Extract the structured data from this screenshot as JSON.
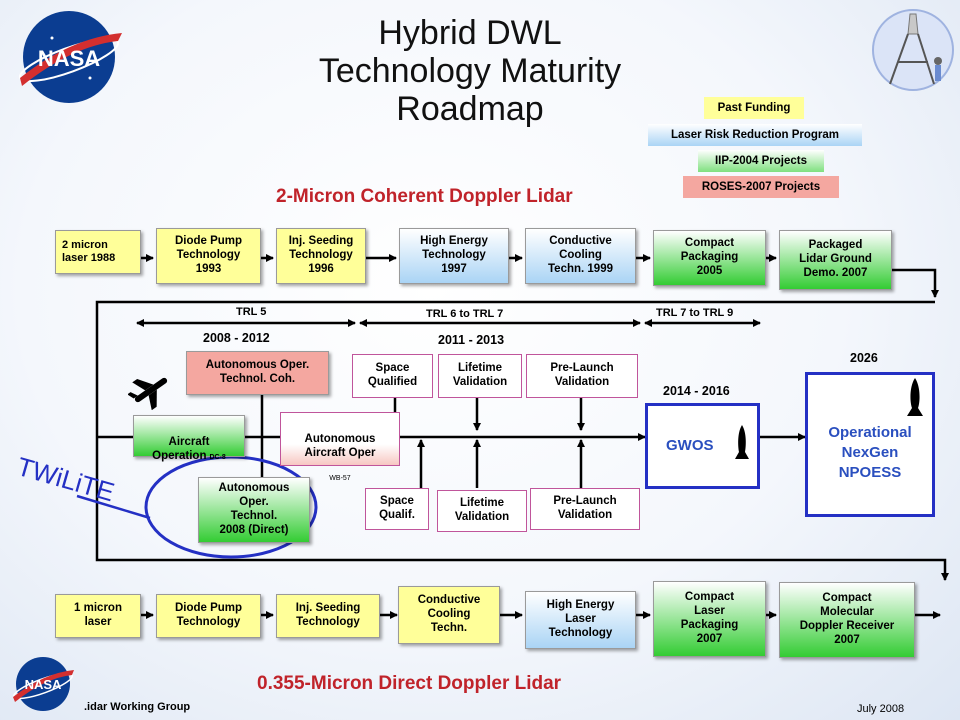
{
  "title": "Hybrid DWL\nTechnology Maturity\nRoadmap",
  "legend": {
    "past_funding": "Past Funding",
    "lrrp": "Laser Risk Reduction Program",
    "iip": "IIP-2004 Projects",
    "roses": "ROSES-2007 Projects"
  },
  "coherent": {
    "title": "2-Micron Coherent Doppler Lidar",
    "steps": [
      "2 micron\nlaser 1988",
      "Diode Pump\nTechnology\n1993",
      "Inj. Seeding\nTechnology\n1996",
      "High Energy\nTechnology\n1997",
      "Conductive\nCooling\nTechn. 1999",
      "Compact\nPackaging\n2005",
      "Packaged\nLidar Ground\nDemo. 2007"
    ]
  },
  "trl": {
    "trl5": "TRL  5",
    "trl67": "TRL 6   to  TRL 7",
    "trl79": "TRL 7 to TRL  9"
  },
  "years": {
    "y1": "2008 - 2012",
    "y2": "2011 - 2013",
    "y3": "2014 - 2016",
    "y4": "2026"
  },
  "middle": {
    "auto_coh": "Autonomous Oper.\nTechnol. Coh.",
    "aircraft_op": "Aircraft\nOperation",
    "aircraft_op_sub": "DC-8",
    "auto_aircraft": "Autonomous\nAircraft Oper",
    "auto_aircraft_sub": "WB-57",
    "auto_direct": "Autonomous\nOper.\nTechnol.\n2008 (Direct)",
    "space_qual_top": "Space\nQualified",
    "lifetime_top": "Lifetime\nValidation",
    "prelaunch_top": "Pre-Launch\nValidation",
    "space_qual_bot": "Space\nQualif.",
    "lifetime_bot": "Lifetime\nValidation",
    "prelaunch_bot": "Pre-Launch\nValidation",
    "gwos": "GWOS",
    "operational": "Operational\nNexGen\nNPOESS",
    "twilite": "TWiLiTE"
  },
  "direct": {
    "title": "0.355-Micron Direct Doppler Lidar",
    "steps": [
      "1 micron\nlaser",
      "Diode Pump\nTechnology",
      "Inj. Seeding\nTechnology",
      "Conductive\nCooling\nTechn.",
      "High Energy\nLaser\nTechnology",
      "Compact\nLaser\nPackaging\n2007",
      "Compact\nMolecular\nDoppler Receiver\n2007"
    ]
  },
  "footer": {
    "left": ".idar Working Group",
    "right": "July 2008"
  },
  "logos": {
    "nasa": "NASA"
  },
  "colors": {
    "title_red": "#c0232a",
    "frame_blue": "#2430c4",
    "legend_yellow": "#ffff99",
    "legend_blue": "#aad4f5",
    "legend_green": "#7fe07f",
    "legend_pink": "#f4a7a0"
  }
}
